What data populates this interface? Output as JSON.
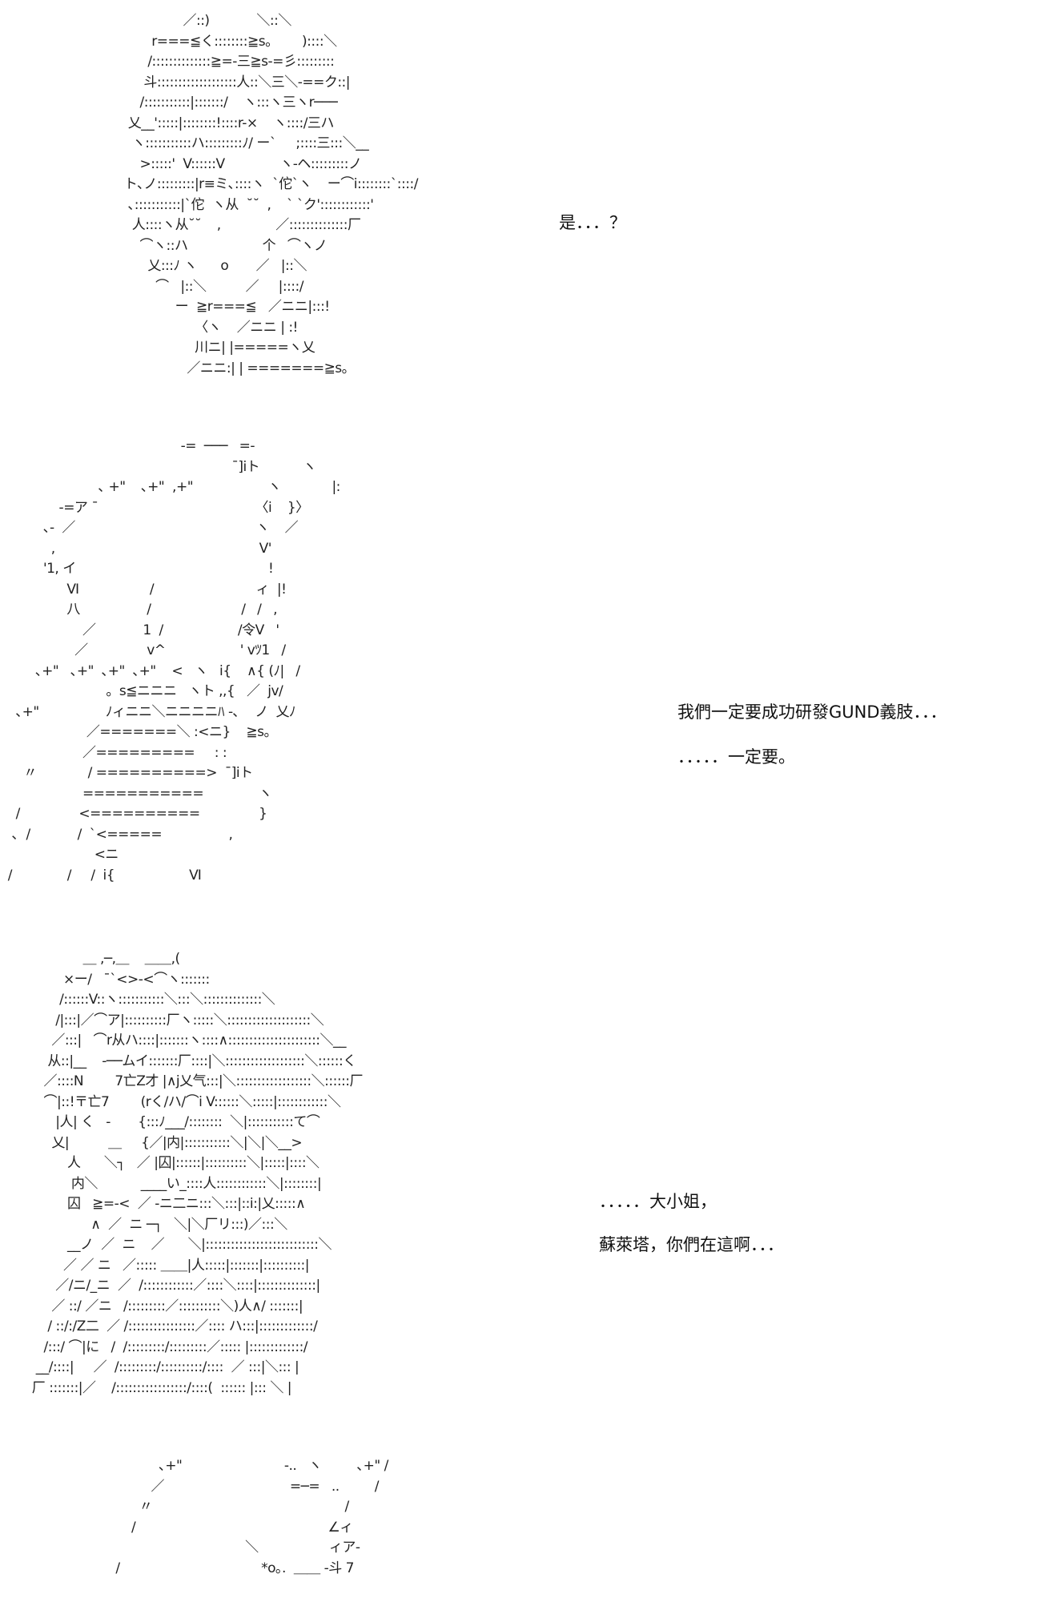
{
  "panels": [
    {
      "art": [
        "                ／::)            ＼::＼",
        "        r===≦く::::::::≧s。      )::::＼",
        "       /::::::::::::::≧=-三≧s-=彡:::::::::",
        "      斗:::::::::::::::::::人::＼三＼-==ク::|",
        "     /:::::::::::|:::::::/    ヽ:::ヽ三ヽr───",
        "  乂__':::::|::::::::!::::r-×    ヽ::::/三ハ",
        "   ヽ:::::::::::ハ:::::::::ﾉ/ ー`     ;::::三:::＼__",
        "     >:::::'  V::::::V              ヽ-ヘ:::::::::ノ",
        " ト､ノ:::::::::|r≡ミ､::::ヽ  `佗`ヽ    ー⌒i::::::::`::::/",
        "  ､:::::::::::|`佗  ヽ从  ˘˘  ,    ` `ク'::::::::::::'",
        "   人::::ヽ从˘˘    ,              ／::::::::::::::厂",
        "     ⌒ヽ::ハ                   个   ⌒ヽノ",
        "       乂:::ﾉ ヽ      o       ／   |::＼",
        "         ⌒   |::＼          ／     |::::/",
        "              ー  ≧r===≦   ／ニニ|:::!",
        "                   〈ヽ    ／ニニ | :!",
        "                   川ニ| |=====ヽ乂",
        "                 ／ニニ:| | =======≧s。"
      ],
      "dialogue": [
        "是．．．？"
      ]
    },
    {
      "art": [
        "                                              -=  ───   =-",
        "                                                           ˉ]iト           ヽ",
        "                         ､ +\"    ､+\"  ,+\"                   ヽ             |:",
        "               -=ア ˉ                                        〈i    }〉",
        "           ､-  ／                                              ヽ    ／",
        "             ,                                                    V'",
        "           '1, イ                                                 !",
        "                 Ⅵ                  /                          ィ  |!",
        "                 八                 /                       /   /   ,",
        "                     ／            1  /                   /令V   '",
        "                   ／               v^                   ' vﾂ1   /",
        "         ､+\"   ､+\"  ､+\"  ､+\"    <   ヽ   i{    ∧{ (ﾉ|   /",
        "                           。s≦ニニニ   ヽト ,,{   ／  jv/",
        "    ､+\"                 ﾉィニニ＼ニニニニﾊ -､    ノ  乂ﾉ",
        "                      ／=======＼ :<ニ}    ≧s。",
        "                     ／=========     : : ",
        "      〃             / ==========>  ˉ]iト",
        "                     ===========              ヽ",
        "    /               <==========               }",
        "   ､  /            /  `<=====                 ,",
        "                        <ニ",
        "  /              /     /  i{                   Ⅵ"
      ],
      "dialogue": [
        "我們一定要成功研發GUND義肢．．．",
        "．．．．．一定要。"
      ]
    },
    {
      "art": [
        "               ＿ ,─,＿    ＿＿,(",
        "          ×ー/   ˉ`<>-<⌒ヽ:::::::",
        "         /::::::V::ヽ:::::::::::＼:::＼::::::::::::::＼",
        "        /|:::|／⌒ア|::::::::::厂ヽ:::::＼::::::::::::::::::::＼",
        "       ／:::|   ⌒r从ハ::::|:::::::ヽ::::∧::::::::::::::::::::::＼__",
        "      从::|__    -──ムイ:::::::厂::::|＼:::::::::::::::::::＼::::::く",
        "     ／::::N        7亡Z才 |∧j乂气:::|＼::::::::::::::::::＼::::::厂",
        "     ⌒|::!〒亡7        (rく/ハ/⌒i V::::::＼:::::|::::::::::::＼",
        "        |人| く   -       {:::ﾉ___/::::::::  ＼|:::::::::::て⌒",
        "       乂|          ＿     {／|内|:::::::::::＼|＼|＼__>",
        "           人      ＼┐   ／ |囚|::::::|::::::::::＼|:::::|::::＼",
        "            内＼           ____い_::::人::::::::::::＼|::::::::|",
        "           囚   ≧=-<  ／ ‐ニ二ニ:::＼:::|::i:|乂:::::∧",
        "                 ∧  ／  ニ ─┐   ＼|＼厂リ:::)／:::＼",
        "           __ノ  ／  ニ    ／      ＼|:::::::::::::::::::::::::::＼",
        "          ／ ／ ニ   ／::::: ＿＿|人:::::|:::::::|::::::::::|",
        "        ／/ニ/_ニ  ／  /::::::::::::／::::＼::::|::::::::::::::|",
        "       ／ ::/ ／ニ   /:::::::::／::::::::::＼)人∧/ :::::::|",
        "      / ::/:/Z二  ／ /::::::::::::::::／:::: ハ:::|:::::::::::::/",
        "     /:::/ ⌒|に   /  /:::::::::/:::::::::／::::: |:::::::::::::/",
        "   __/::::|     ／  /:::::::::/::::::::::/::::  ／ :::|＼::: |",
        "  厂 :::::::|／    /:::::::::::::::::/::::(  :::::: |::: ＼ |"
      ],
      "dialogue": [
        "．．．．．大小姐，",
        "蘇萊塔，你們在這啊．．．"
      ]
    },
    {
      "art": [
        "                  ､+\"                          -..   ヽ         ､+\" /",
        "                ／                                =─=   ..         /",
        "             〃                                                 /",
        "           /                                                 ∠ィ",
        "                                        ＼                  ィア-",
        "       /                                    *o｡.  ＿＿ -斗 7"
      ],
      "dialogue": []
    }
  ]
}
